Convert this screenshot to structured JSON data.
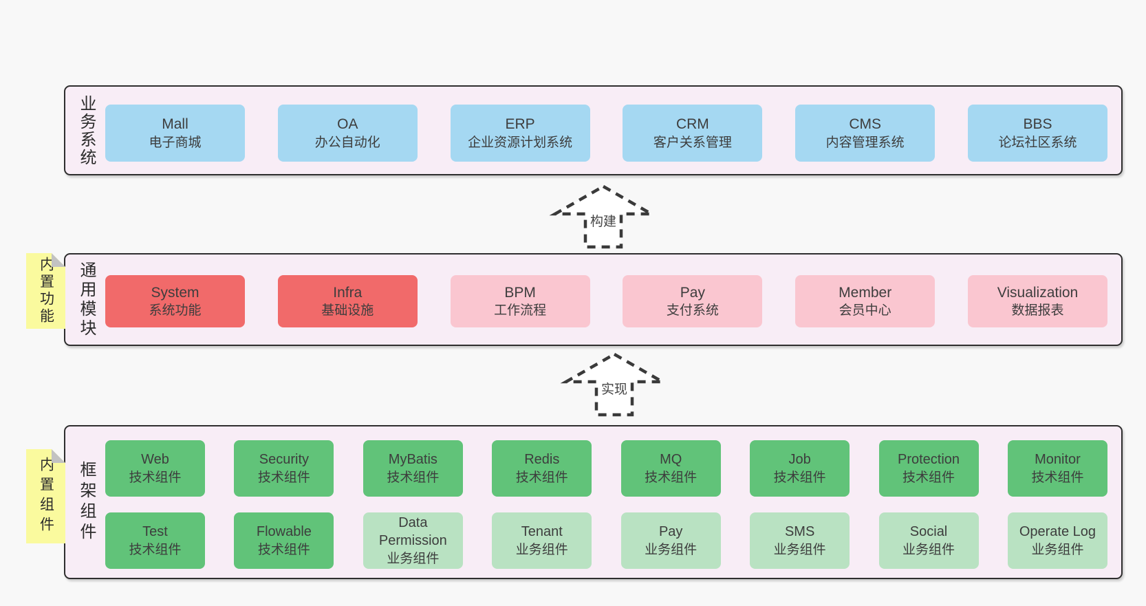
{
  "colors": {
    "page_background": "#f8f8f8",
    "layer_background": "#f8edf6",
    "layer_border": "#2e2e2e",
    "business_box": "#a5d8f2",
    "core_module_box": "#f16a6a",
    "optional_module_box": "#fac6d0",
    "tech_component_box": "#61c379",
    "biz_component_box": "#b9e2c2",
    "sticky_note": "#fafa9e",
    "note_fold": "#c2c2c2"
  },
  "arrows": [
    {
      "label": "构建"
    },
    {
      "label": "实现"
    }
  ],
  "layers": [
    {
      "label": "业务系统",
      "boxes": [
        {
          "name": "Mall",
          "subtitle": "电子商城"
        },
        {
          "name": "OA",
          "subtitle": "办公自动化"
        },
        {
          "name": "ERP",
          "subtitle": "企业资源计划系统"
        },
        {
          "name": "CRM",
          "subtitle": "客户关系管理"
        },
        {
          "name": "CMS",
          "subtitle": "内容管理系统"
        },
        {
          "name": "BBS",
          "subtitle": "论坛社区系统"
        }
      ]
    },
    {
      "label": "通用模块",
      "note": "内置功能",
      "boxes": [
        {
          "name": "System",
          "subtitle": "系统功能"
        },
        {
          "name": "Infra",
          "subtitle": "基础设施"
        },
        {
          "name": "BPM",
          "subtitle": "工作流程"
        },
        {
          "name": "Pay",
          "subtitle": "支付系统"
        },
        {
          "name": "Member",
          "subtitle": "会员中心"
        },
        {
          "name": "Visualization",
          "subtitle": "数据报表"
        }
      ]
    },
    {
      "label": "框架组件",
      "note": "内置组件",
      "rows": [
        [
          {
            "name": "Web",
            "subtitle": "技术组件"
          },
          {
            "name": "Security",
            "subtitle": "技术组件"
          },
          {
            "name": "MyBatis",
            "subtitle": "技术组件"
          },
          {
            "name": "Redis",
            "subtitle": "技术组件"
          },
          {
            "name": "MQ",
            "subtitle": "技术组件"
          },
          {
            "name": "Job",
            "subtitle": "技术组件"
          },
          {
            "name": "Protection",
            "subtitle": "技术组件"
          },
          {
            "name": "Monitor",
            "subtitle": "技术组件"
          }
        ],
        [
          {
            "name": "Test",
            "subtitle": "技术组件"
          },
          {
            "name": "Flowable",
            "subtitle": "技术组件"
          },
          {
            "name": "Data Permission",
            "subtitle": "业务组件"
          },
          {
            "name": "Tenant",
            "subtitle": "业务组件"
          },
          {
            "name": "Pay",
            "subtitle": "业务组件"
          },
          {
            "name": "SMS",
            "subtitle": "业务组件"
          },
          {
            "name": "Social",
            "subtitle": "业务组件"
          },
          {
            "name": "Operate Log",
            "subtitle": "业务组件"
          }
        ]
      ]
    }
  ]
}
